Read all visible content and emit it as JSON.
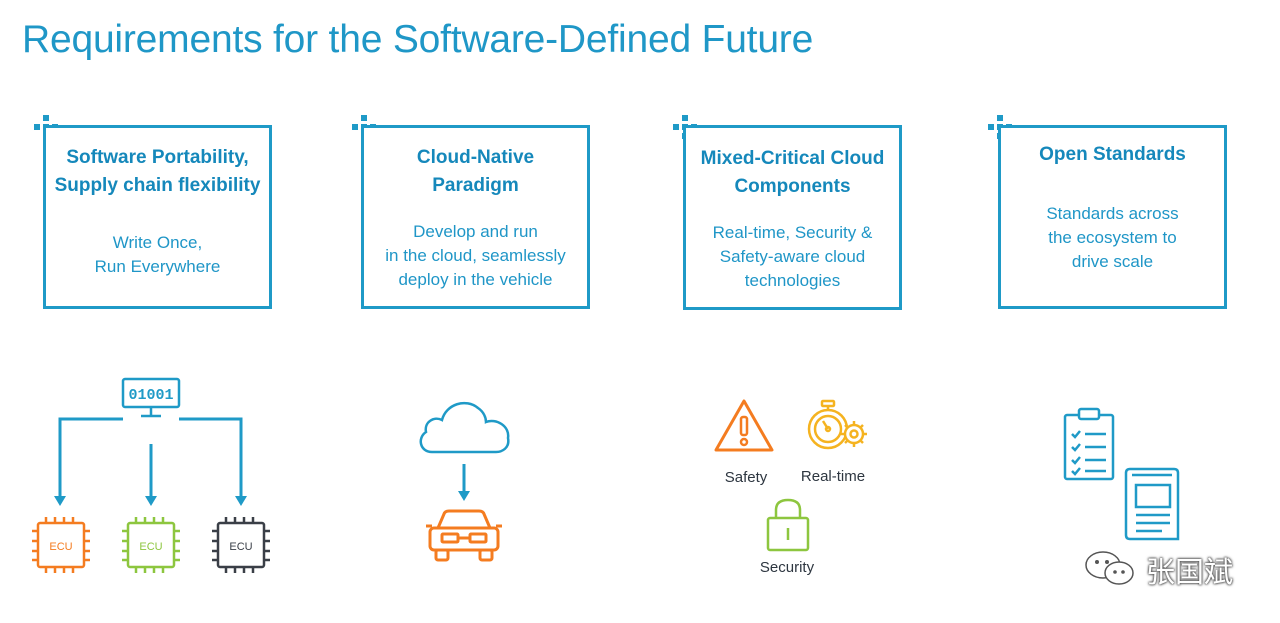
{
  "title": "Requirements for the Software-Defined Future",
  "cards": [
    {
      "title": "Software Portability,\nSupply chain flexibility",
      "desc": "Write Once,\nRun Everywhere"
    },
    {
      "title": "Cloud-Native\nParadigm",
      "desc": "Develop and run\nin the cloud, seamlessly\ndeploy in the vehicle"
    },
    {
      "title": "Mixed-Critical Cloud\nComponents",
      "desc": "Real-time, Security &\nSafety-aware cloud\ntechnologies"
    },
    {
      "title": "Open Standards",
      "desc": "Standards across\nthe ecosystem to\ndrive scale"
    }
  ],
  "diagram": {
    "binary": "01001",
    "ecu_labels": [
      "ECU",
      "ECU",
      "ECU"
    ]
  },
  "icons": {
    "safety_label": "Safety",
    "realtime_label": "Real-time",
    "security_label": "Security"
  },
  "watermark": "张国斌",
  "colors": {
    "accent": "#1f9ac7",
    "orange": "#f47c20",
    "green": "#8dc63f",
    "dark": "#3a3f47",
    "yellow": "#f5b320"
  }
}
